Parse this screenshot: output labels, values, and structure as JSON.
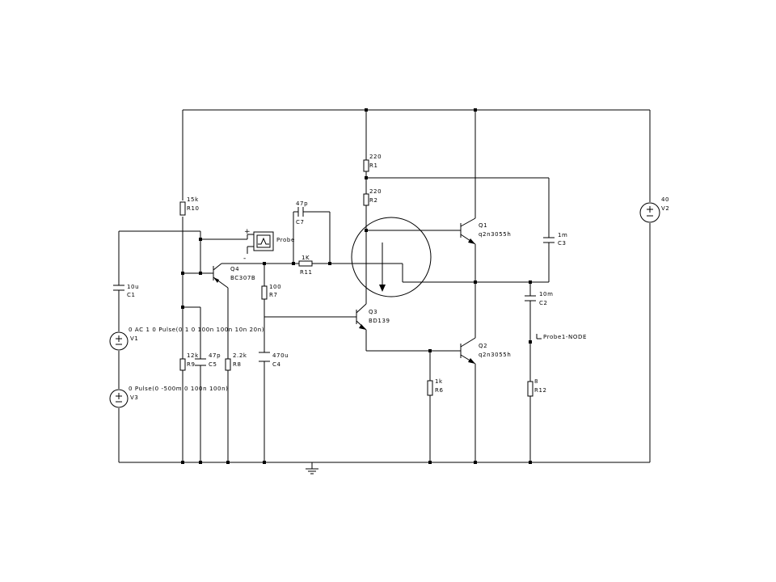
{
  "components": {
    "R10": {
      "value": "15k",
      "ref": "R10"
    },
    "R1": {
      "value": "220",
      "ref": "R1"
    },
    "R2": {
      "value": "220",
      "ref": "R2"
    },
    "R11": {
      "value": "1K",
      "ref": "R11"
    },
    "R7": {
      "value": "100",
      "ref": "R7"
    },
    "R9": {
      "value": "12k",
      "ref": "R9"
    },
    "R8": {
      "value": "2.2k",
      "ref": "R8"
    },
    "R6": {
      "value": "1k",
      "ref": "R6"
    },
    "R12": {
      "value": "8",
      "ref": "R12"
    },
    "C1": {
      "value": "10u",
      "ref": "C1"
    },
    "C7": {
      "value": "47p",
      "ref": "C7"
    },
    "C5": {
      "value": "47p",
      "ref": "C5"
    },
    "C4": {
      "value": "470u",
      "ref": "C4"
    },
    "C3": {
      "value": "1m",
      "ref": "C3"
    },
    "C2": {
      "value": "10m",
      "ref": "C2"
    },
    "Q1": {
      "ref": "Q1",
      "model": "q2n3055h"
    },
    "Q2": {
      "ref": "Q2",
      "model": "q2n3055h"
    },
    "Q3": {
      "ref": "Q3",
      "model": "BD139"
    },
    "Q4": {
      "ref": "Q4",
      "model": "BC307B"
    },
    "V1": {
      "ref": "V1",
      "spec": "0 AC 1 0 Pulse(0 1 0 100n 100n 10n 20n)"
    },
    "V2": {
      "ref": "V2",
      "value": "40"
    },
    "V3": {
      "ref": "V3",
      "spec": "0 Pulse(0 -500m 0 100n 100n)"
    }
  },
  "probe": {
    "label": "Probe",
    "plus": "+",
    "minus": "-"
  },
  "probe_node": {
    "label": "Probe1-NODE"
  }
}
